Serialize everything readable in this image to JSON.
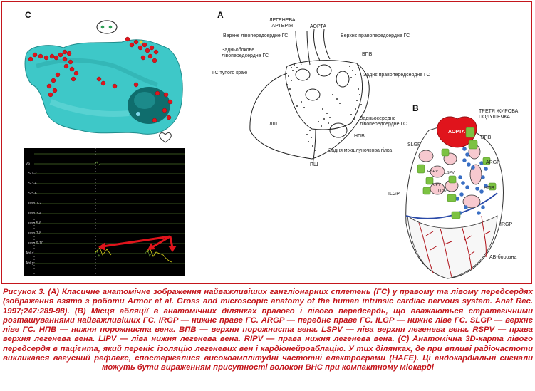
{
  "panels": {
    "c_letter": "C",
    "a_letter": "A",
    "b_letter": "B"
  },
  "panel_a": {
    "leg_art": "ЛЕГЕНЕВА\nАРТЕРІЯ",
    "aorta": "АОРТА",
    "l_sup_gs": "Верхнє лівопередсердне ГС",
    "r_sup_gs": "Верхнє правопередсердне ГС",
    "post_lat_gs": "Задньобокове\nлівопередсердне ГС",
    "vpv": "ВПВ",
    "obtuse_gs": "ГС тупого краю",
    "post_r_gs": "Заднє правопередсердне ГС",
    "lsh": "ЛШ",
    "post_mid_gs": "Задньосереднє\nлівопередсердне ГС",
    "npv": "НПВ",
    "post_ivs": "Задня міжшлуночкова гілка",
    "psh": "ПШ"
  },
  "panel_b": {
    "third_fat": "ТРЕТЯ ЖИРОВА\nПОДУШЕЧКА",
    "aorta": "АОРТА",
    "vpv": "ВПВ",
    "slgp": "SLGP",
    "argp": "ARGP",
    "rspv": "RSPV",
    "lspv": "LSPV",
    "ripv": "RIPV",
    "lipv": "LIPV",
    "ilgp": "ILGP",
    "npv": "НПВ",
    "irgp": "IRGP",
    "av_groove": "АВ-борозна"
  },
  "ecg_channels": [
    "",
    "V6",
    "CS 1-2",
    "CS 3-4",
    "CS 5-6",
    "Lasso 1-2",
    "Lasso 3-4",
    "Lasso 5-6",
    "Lasso 7-8",
    "Lasso 9-10",
    "Abl d",
    "Abl p"
  ],
  "colors": {
    "accent": "#c4161c",
    "atrium": "#3ec8c8",
    "dot_red": "#e0141c",
    "gp_green": "#7cc242",
    "dot_blue": "#3a6fc4"
  },
  "caption": "Рисунок 3. (A) Класичне анатомічне зображення найважливіших гангліонарних сплетень (ГС) у правому та лівому передсердях (зображення взято з роботи Armor et al. Gross and microscopic anatomy of the human intrinsic cardiac nervous system. Anat Rec. 1997;247:289-98). (B) Місця абляції в анатомічних ділянках правого і лівого передсердь, що вважаються стратегічними розташуваннями найважливіших ГС. IRGP — нижнє праве ГС. ARGP — переднє праве ГС. ILGP — нижнє ліве ГС. SLGP — верхнє ліве ГС. НПВ — нижня порожниста вена. ВПВ — верхня порожниста вена. LSPV — ліва верхня легенева вена. RSPV — права верхня легенева вена. LIPV — ліва нижня легенева вена. RIPV — права нижня легенева вена. (C) Анатомічна 3D-карта лівого передсердя в пацієнта, який переніс ізоляцію легеневих вен і кардіонейроаблацію. У тих ділянках, де при впливі радіочастоти викликався вагусний рефлекс, спостерігалися високоамплітудні частотні електрограми (HAFE). Ці ендокардіальні сигнали можуть бути вираженням присутності волокон ВНС при компактному міокарді"
}
